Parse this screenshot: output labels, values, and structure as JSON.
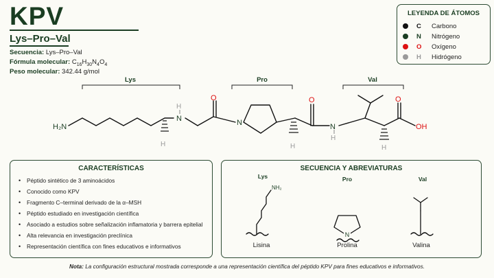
{
  "header": {
    "title": "KPV",
    "subtitle": "Lys–Pro–Val",
    "sequence_label": "Secuencia:",
    "sequence_value": "Lys–Pro–Val",
    "formula_label": "Fórmula molecular:",
    "formula": [
      "C",
      "16",
      "H",
      "30",
      "N",
      "4",
      "O",
      "4"
    ],
    "weight_label": "Peso molecular:",
    "weight_value": "342.44 g/mol"
  },
  "legend": {
    "title": "LEYENDA DE ÁTOMOS",
    "items": [
      {
        "symbol": "C",
        "name": "Carbono",
        "color": "#111111"
      },
      {
        "symbol": "N",
        "name": "Nitrógeno",
        "color": "#1a3d22"
      },
      {
        "symbol": "O",
        "name": "Oxígeno",
        "color": "#dd1111"
      },
      {
        "symbol": "H",
        "name": "Hidrógeno",
        "color": "#9a9a9a"
      }
    ]
  },
  "structure": {
    "brackets": [
      "Lys",
      "Pro",
      "Val"
    ],
    "atoms": {
      "amine": "H₂N",
      "n": "N",
      "h": "H",
      "o": "O",
      "oh": "OH"
    }
  },
  "characteristics": {
    "title": "CARACTERÍSTICAS",
    "items": [
      "Péptido sintético de 3 aminoácidos",
      "Conocido como KPV",
      "Fragmento C–terminal derivado de la α–MSH",
      "Péptido estudiado en investigación científica",
      "Asociado a estudios sobre señalización inflamatoria y barrera epitelial",
      "Alta relevancia en investigación preclínica",
      "Representación científica con fines educativos e informativos"
    ]
  },
  "sequence_box": {
    "title": "SECUENCIA Y ABREVIATURAS",
    "amino_acids": [
      {
        "abbr": "Lys",
        "name": "Lisina",
        "group": "NH₂"
      },
      {
        "abbr": "Pro",
        "name": "Prolina",
        "group": "N"
      },
      {
        "abbr": "Val",
        "name": "Valina",
        "group": ""
      }
    ]
  },
  "note": {
    "label": "Nota:",
    "text": "La configuración estructural mostrada corresponde a una representación científica del péptido KPV para fines educativos e informativos."
  },
  "colors": {
    "brand_green": "#1a3d22",
    "oxygen_red": "#dd1111",
    "hydrogen_gray": "#9a9a9a",
    "background": "#fbfbf6"
  }
}
